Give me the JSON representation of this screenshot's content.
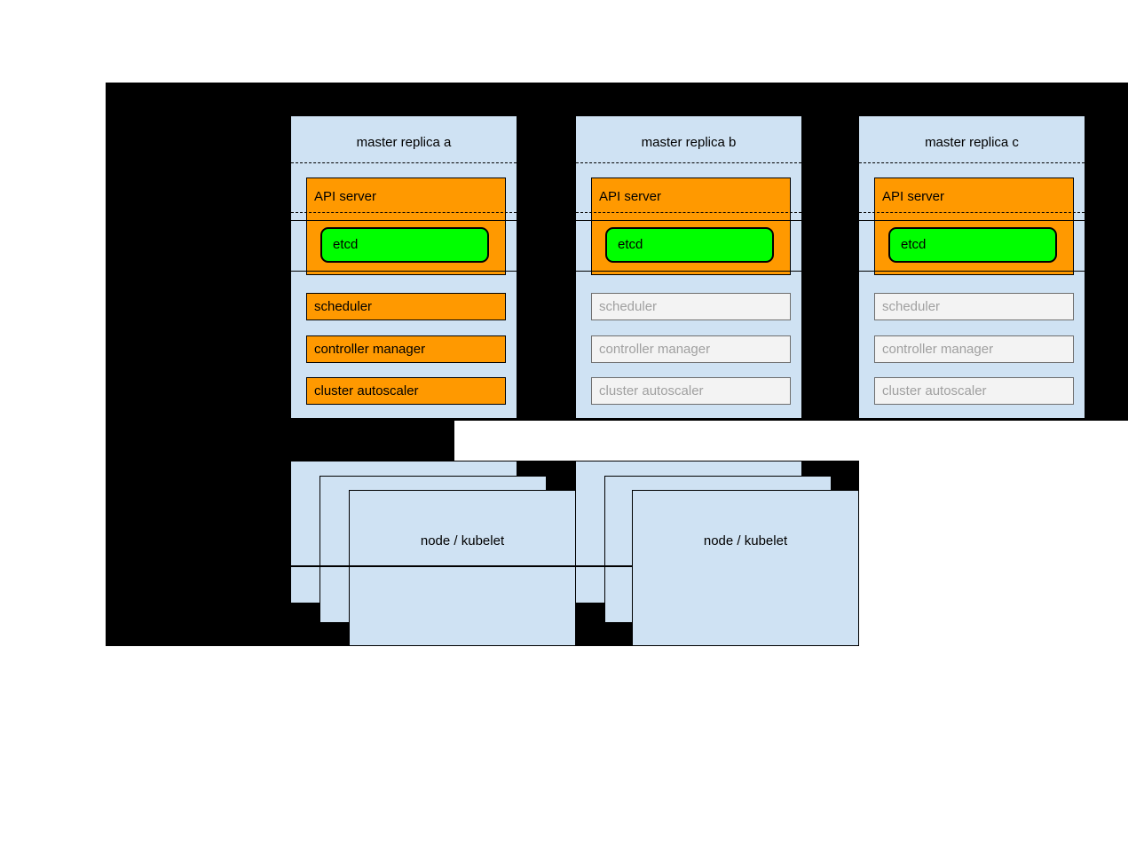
{
  "palette": {
    "canvas_black": "#000000",
    "box_blue": "#cfe2f3",
    "active_orange": "#ff9900",
    "etcd_green": "#00ff00",
    "inactive_fill": "#f3f3f3",
    "inactive_border": "#6e6e6e",
    "inactive_text": "#a0a0a0",
    "line_black": "#000000",
    "page_white": "#ffffff"
  },
  "masters": [
    {
      "title": "master replica a",
      "api_server_label": "API server",
      "etcd_label": "etcd",
      "services": [
        "scheduler",
        "controller manager",
        "cluster autoscaler"
      ],
      "state": "active"
    },
    {
      "title": "master replica b",
      "api_server_label": "API server",
      "etcd_label": "etcd",
      "services": [
        "scheduler",
        "controller manager",
        "cluster autoscaler"
      ],
      "state": "standby"
    },
    {
      "title": "master replica c",
      "api_server_label": "API server",
      "etcd_label": "etcd",
      "services": [
        "scheduler",
        "controller manager",
        "cluster autoscaler"
      ],
      "state": "standby"
    }
  ],
  "node_groups": [
    {
      "label": "node / kubelet"
    },
    {
      "label": "node / kubelet"
    }
  ]
}
